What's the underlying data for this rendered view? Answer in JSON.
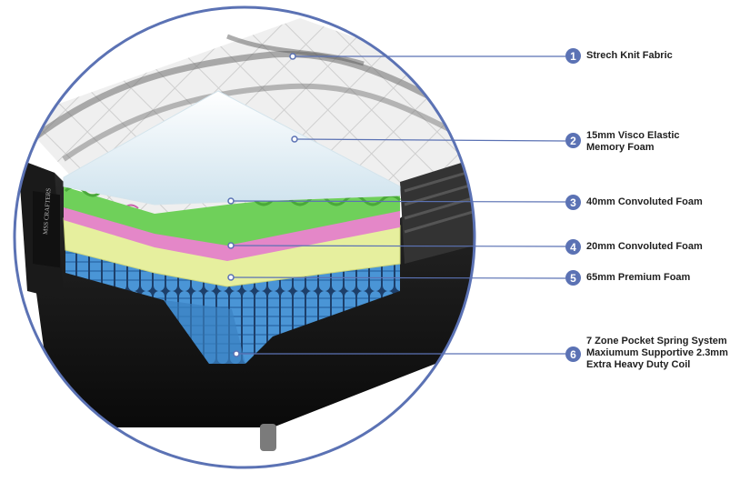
{
  "brand_text": "MSS CRAFTERS",
  "accent_color": "#5b72b4",
  "callouts": [
    {
      "number": "1",
      "label": "Strech Knit Fabric"
    },
    {
      "number": "2",
      "label": "15mm Visco Elastic\nMemory Foam"
    },
    {
      "number": "3",
      "label": "40mm Convoluted Foam"
    },
    {
      "number": "4",
      "label": "20mm Convoluted Foam"
    },
    {
      "number": "5",
      "label": "65mm Premium Foam"
    },
    {
      "number": "6",
      "label": "7 Zone Pocket Spring System\nMaxiumum Supportive 2.3mm\nExtra Heavy Duty Coil"
    }
  ]
}
